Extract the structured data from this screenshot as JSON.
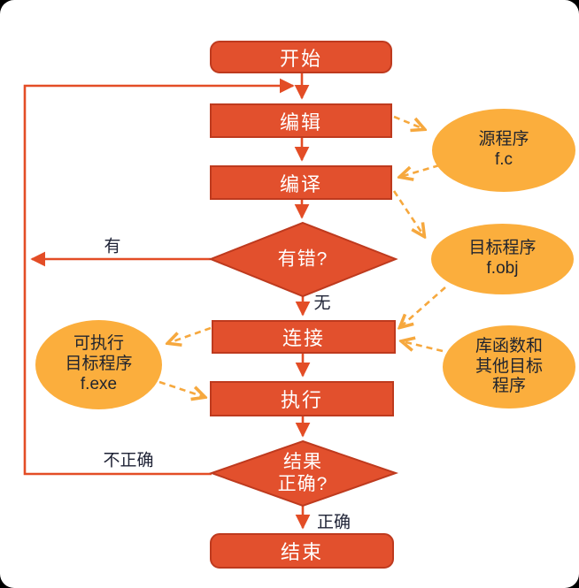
{
  "colors": {
    "process_fill": "#E2502D",
    "process_border": "#BE3A1E",
    "ellipse_fill": "#FBAE3D",
    "ellipse_text": "#20242E",
    "solid_arrow": "#E34D26",
    "dashed_arrow": "#F6A83E",
    "label_text": "#1E2235",
    "box_text": "#FFFFFF",
    "surface": "#FFFFFF",
    "backdrop": "#000000"
  },
  "nodes": {
    "start": {
      "label": "开始"
    },
    "edit": {
      "label": "编辑"
    },
    "compile": {
      "label": "编译"
    },
    "error_decision": {
      "label": "有错?"
    },
    "link": {
      "label": "连接"
    },
    "execute": {
      "label": "执行"
    },
    "result_decision": {
      "line1": "结果",
      "line2": "正确?"
    },
    "end": {
      "label": "结束"
    }
  },
  "ellipses": {
    "source": {
      "line1": "源程序",
      "line2": "f.c"
    },
    "object": {
      "line1": "目标程序",
      "line2": "f.obj"
    },
    "library": {
      "line1": "库函数和",
      "line2": "其他目标",
      "line3": "程序"
    },
    "executable": {
      "line1": "可执行",
      "line2": "目标程序",
      "line3": "f.exe"
    }
  },
  "edge_labels": {
    "has_error": "有",
    "no_error": "无",
    "incorrect": "不正确",
    "correct": "正确"
  }
}
